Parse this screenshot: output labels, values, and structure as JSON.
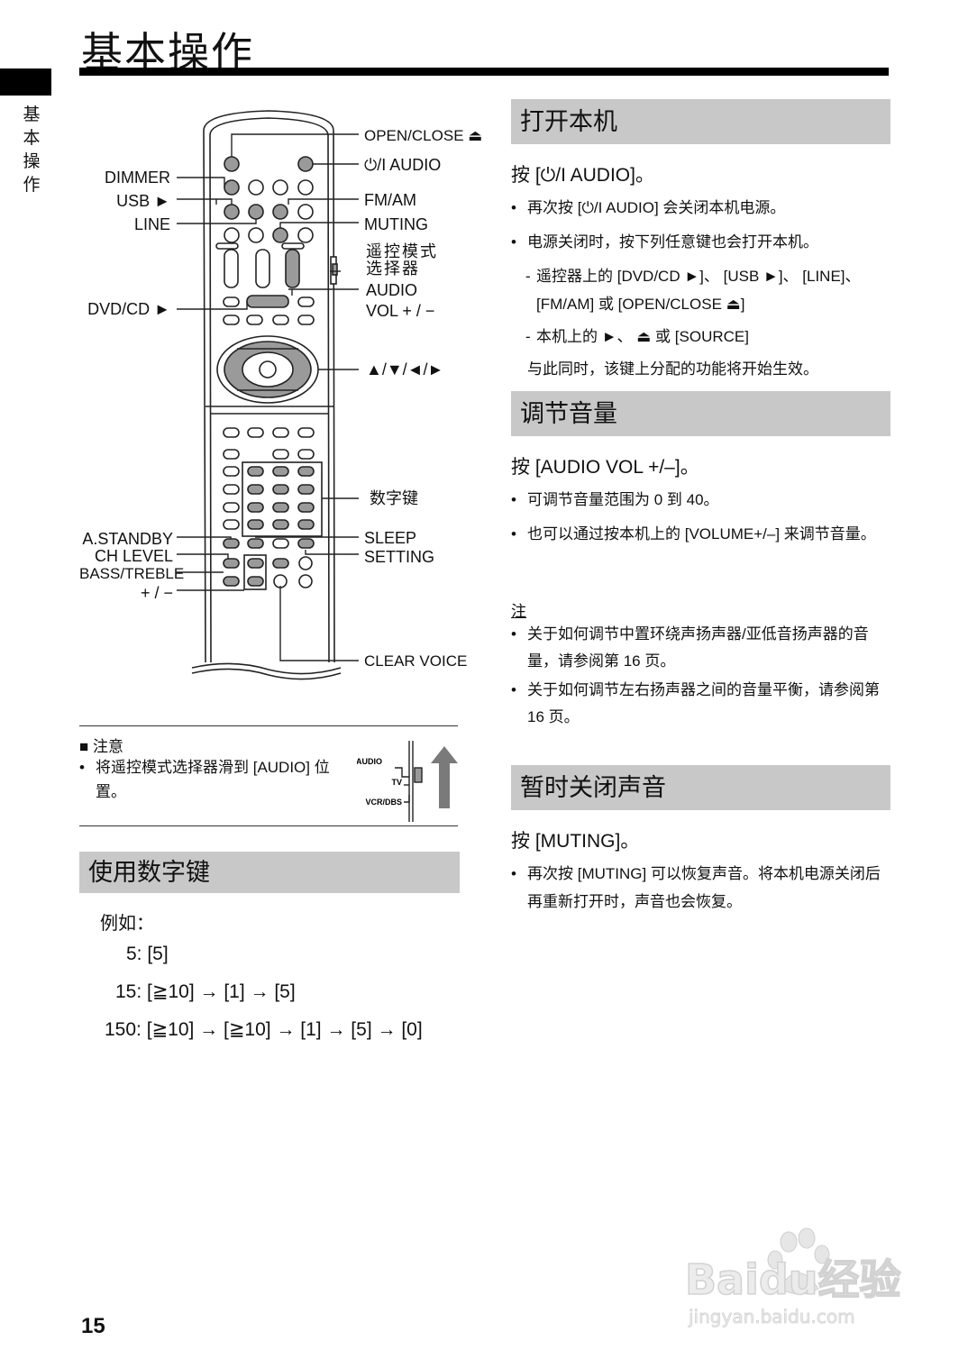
{
  "page": {
    "title": "基本操作",
    "side_label": "基\n本\n操\n作",
    "page_number": "15"
  },
  "remote_callouts": {
    "open_close": "OPEN/CLOSE ⏏",
    "power_audio": "⏻/I  AUDIO",
    "dimmer": "DIMMER",
    "usb": "USB ►",
    "line": "LINE",
    "fm_am": "FM/AM",
    "muting": "MUTING",
    "mode_selector_1": "遥控模式",
    "mode_selector_2": "选择器",
    "audio": "AUDIO",
    "vol": "VOL  + / −",
    "dvd_cd": "DVD/CD ►",
    "cursor": "▲/▼/◄/►",
    "numeric": "数字键",
    "a_standby": "A.STANDBY",
    "sleep": "SLEEP",
    "ch_level": "CH LEVEL",
    "setting": "SETTING",
    "bass_treble": "BASS/TREBLE",
    "plus_minus": "+ / −",
    "clear_voice": "CLEAR VOICE"
  },
  "caution": {
    "title": "■ 注意",
    "text": "将遥控模式选择器滑到 [AUDIO] 位置。",
    "selector_labels": [
      "AUDIO",
      "TV",
      "VCR/DBS"
    ]
  },
  "numeric_section": {
    "heading": "使用数字键",
    "example_label": "例如：",
    "examples": [
      "5: [5]",
      "15: [≧10] → [1] → [5]",
      "150: [≧10] → [≧10] → [1] → [5] → [0]"
    ]
  },
  "power_section": {
    "heading": "打开本机",
    "press": "按 [⏻/I AUDIO]。",
    "bullets": [
      "再次按 [⏻/I AUDIO] 会关闭本机电源。",
      "电源关闭时，按下列任意键也会打开本机。"
    ],
    "subs": [
      "遥控器上的 [DVD/CD ►]、 [USB ►]、 [LINE]、[FM/AM] 或 [OPEN/CLOSE ⏏]",
      "本机上的 ►、 ⏏ 或 [SOURCE]"
    ],
    "after": "与此同时，该键上分配的功能将开始生效。"
  },
  "volume_section": {
    "heading": "调节音量",
    "press": "按 [AUDIO VOL +/–]。",
    "bullets": [
      "可调节音量范围为 0 到 40。",
      "也可以通过按本机上的 [VOLUME+/–] 来调节音量。"
    ]
  },
  "note_section": {
    "label": "注",
    "bullets": [
      "关于如何调节中置环绕声扬声器/亚低音扬声器的音量，请参阅第 16 页。",
      "关于如何调节左右扬声器之间的音量平衡，请参阅第 16 页。"
    ]
  },
  "mute_section": {
    "heading": "暂时关闭声音",
    "press": "按 [MUTING]。",
    "bullets": [
      "再次按 [MUTING] 可以恢复声音。将本机电源关闭后再重新打开时，声音也会恢复。"
    ]
  },
  "watermark": {
    "brand": "Baidu经验",
    "url": "jingyan.baidu.com"
  }
}
